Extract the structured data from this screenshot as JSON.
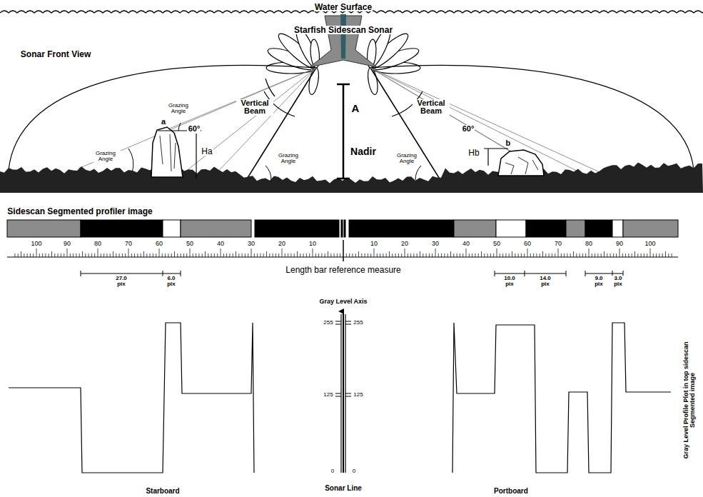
{
  "diagram": {
    "labels": [
      "Water Surface",
      "Starfish Sidescan Sonar",
      "Sonar Front View",
      "Grazing Angle",
      "Grazing Angle",
      "Grazing Angle",
      "Grazing Angle",
      "Vertical Beam",
      "60°",
      "Vertical Beam",
      "60°",
      "A",
      "Nadir",
      "a",
      "Ha",
      "b",
      "Hb",
      "Sidescan Segmented profiler image",
      "100",
      "90",
      "80",
      "70",
      "60",
      "50",
      "40",
      "30",
      "20",
      "10",
      "10",
      "20",
      "30",
      "40",
      "50",
      "60",
      "70",
      "80",
      "90",
      "100",
      "Length bar reference measure",
      "27.0 pix",
      "6.0 pix",
      "10.0 pix",
      "14.0 pix",
      "9.0 pix",
      "3.0 pix",
      "Gray Level Axis",
      "255",
      "255",
      "125",
      "125",
      "0",
      "0",
      "Starboard",
      "Sonar Line",
      "Portboard",
      "Gray Level Profile Plot in top sidescan Segmented image"
    ]
  }
}
